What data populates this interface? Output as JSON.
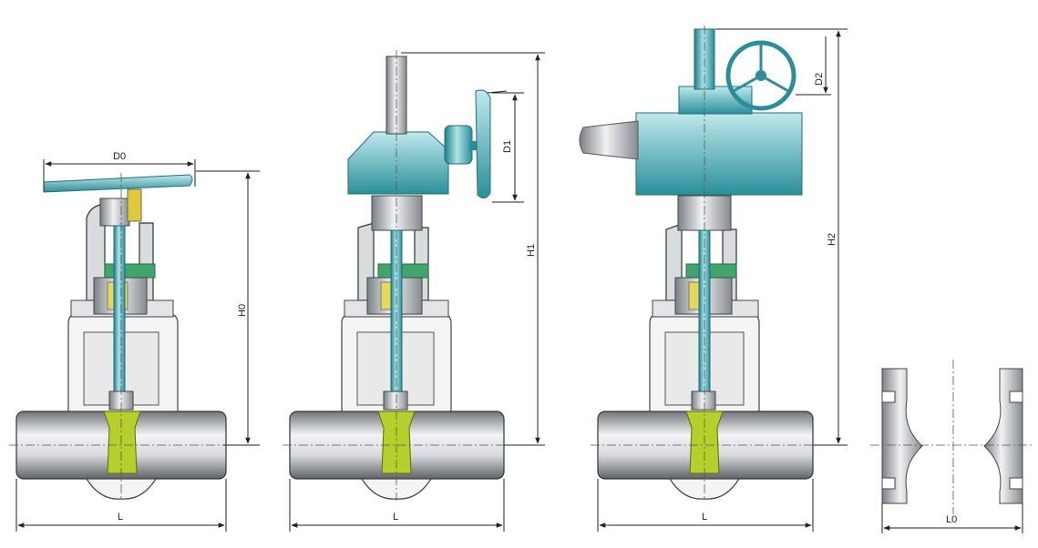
{
  "labels": {
    "D0": "D0",
    "H0": "H0",
    "L_a": "L",
    "D1": "D1",
    "H1": "H1",
    "L_b": "L",
    "D2": "D2",
    "H2": "H2",
    "L_c": "L",
    "L0": "L0"
  },
  "colors": {
    "teal": "#2f9aa6",
    "steel": "#b9bec3",
    "yellow_green": "#b7cf2a",
    "green": "#3fa56b"
  }
}
